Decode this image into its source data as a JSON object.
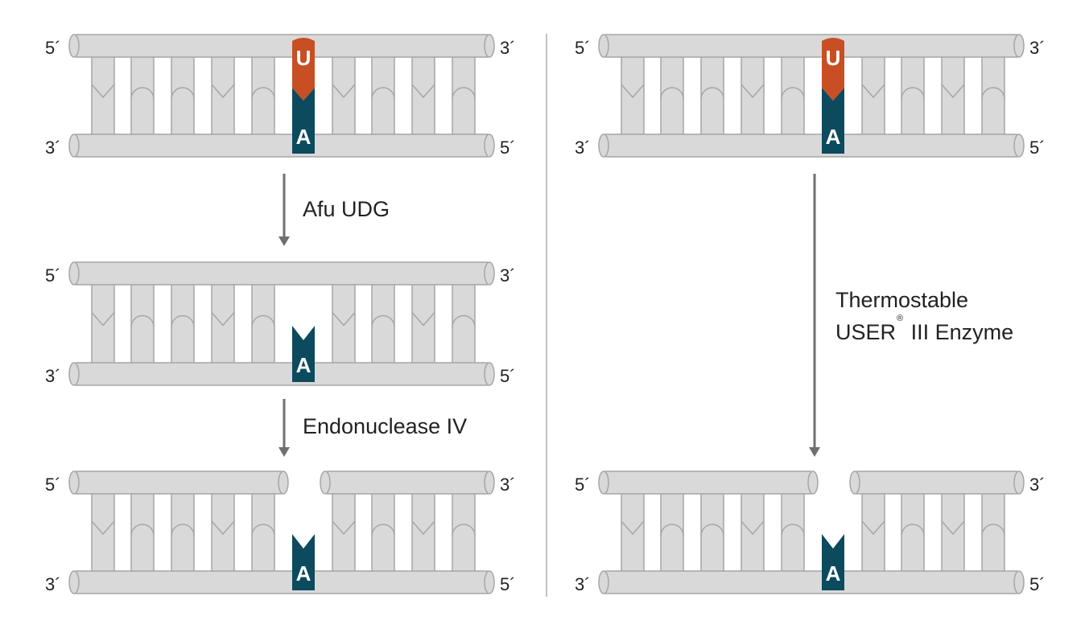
{
  "colors": {
    "backbone": "#d9d9d9",
    "outline": "#a6a6a6",
    "uracil": "#c84e24",
    "adenine": "#0c4a5e",
    "arrow": "#6f6f6f",
    "divider": "#9a9a9a"
  },
  "base_letters": {
    "uracil": "U",
    "adenine": "A"
  },
  "end_labels": {
    "five_prime": "5´",
    "three_prime": "3´"
  },
  "steps": {
    "afu_udg": "Afu UDG",
    "endonuclease_iv": "Endonuclease IV",
    "user_line1": "Thermostable",
    "user_brand": "USER",
    "user_reg": "®",
    "user_line2_rest": " III Enzyme"
  }
}
